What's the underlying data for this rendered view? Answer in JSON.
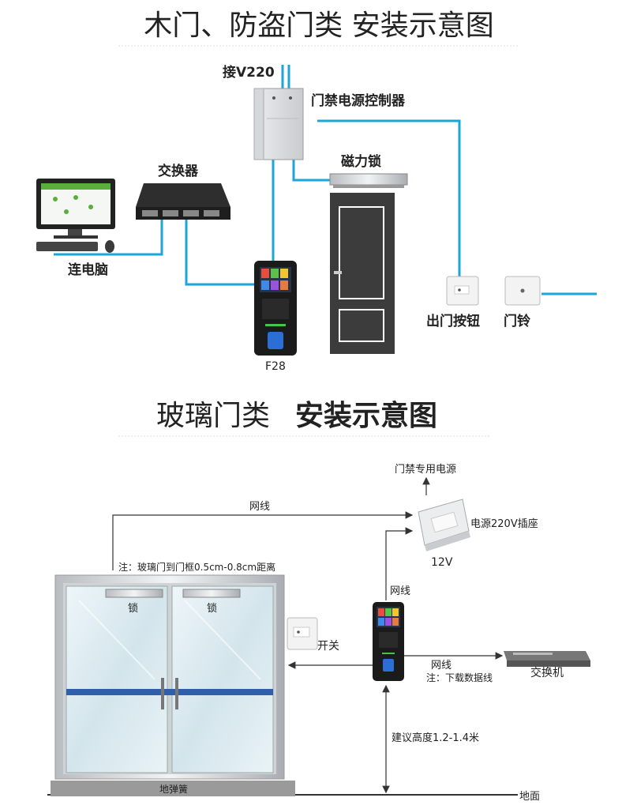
{
  "section1": {
    "title": "木门、防盗门类 安装示意图",
    "labels": {
      "power_input": "接V220",
      "power_controller": "门禁电源控制器",
      "switch": "交换器",
      "magnetic_lock": "磁力锁",
      "computer": "连电脑",
      "device_model": "F28",
      "exit_button": "出门按钮",
      "doorbell": "门铃"
    }
  },
  "section2": {
    "title_left": "玻璃门类",
    "title_right": "安装示意图",
    "labels": {
      "power_title": "门禁专用电源",
      "network_top": "网线",
      "power_socket": "电源220V插座",
      "voltage": "12V",
      "note_gap": "注：玻璃门到门框0.5cm-0.8cm距离",
      "network_mid": "网线",
      "lock_left": "锁",
      "lock_right": "锁",
      "switch_btn": "开关",
      "network_right": "网线",
      "note_download": "注：下载数据线",
      "switch_device": "交换机",
      "height": "建议高度1.2-1.4米",
      "floor_spring": "地弹簧",
      "ground": "地面"
    }
  },
  "colors": {
    "wire": "#1ba6d6",
    "dark_line": "#333333",
    "door_dark": "#3c3c3c",
    "glass": "#d9e9ef"
  }
}
